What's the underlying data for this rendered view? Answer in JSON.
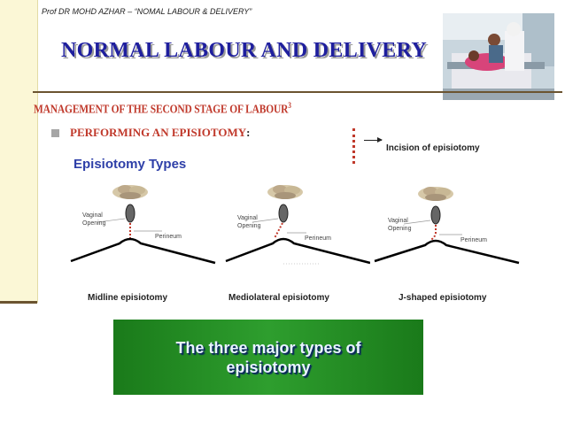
{
  "header": {
    "credit": "Prof DR MOHD AZHAR – “NOMAL LABOUR & DELIVERY”"
  },
  "slide": {
    "title": "NORMAL LABOUR AND DELIVERY",
    "subtitle": "MANAGEMENT OF THE SECOND STAGE OF LABOUR",
    "subtitle_sup": "3",
    "bullet": "PERFORMING AN EPISIOTOMY",
    "bullet_colon": ":",
    "incision_label": "Incision of episiotomy",
    "types_title": "Episiotomy Types"
  },
  "diagrams": [
    {
      "vaginal_label": "Vaginal",
      "opening_label": "Opening",
      "perineum_label": "Perineum",
      "caption": "Midline episiotomy"
    },
    {
      "vaginal_label": "Vaginal",
      "opening_label": "Opening",
      "perineum_label": "Perineum",
      "caption": "Mediolateral episiotomy"
    },
    {
      "vaginal_label": "Vaginal",
      "opening_label": "Opening",
      "perineum_label": "Perineum",
      "caption": "J-shaped episiotomy"
    }
  ],
  "banner": {
    "text": "The three major types of episiotomy"
  },
  "colors": {
    "title": "#1f1f9e",
    "accent_red": "#c0392b",
    "banner_green": "#2e9e2e",
    "blue_heading": "#2e3fa8"
  }
}
